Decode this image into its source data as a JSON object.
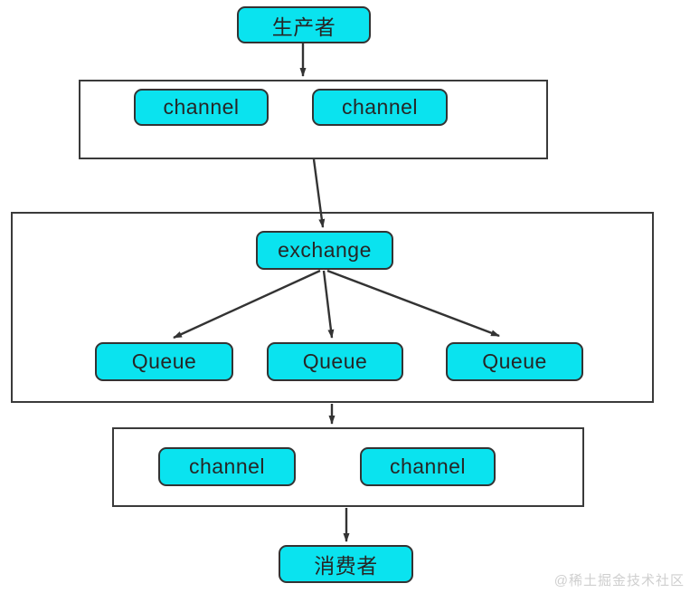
{
  "diagram": {
    "nodes": {
      "producer": "生产者",
      "top_channels": [
        "channel",
        "channel"
      ],
      "exchange": "exchange",
      "queues": [
        "Queue",
        "Queue",
        "Queue"
      ],
      "bottom_channels": [
        "channel",
        "channel"
      ],
      "consumer": "消费者"
    },
    "edges": [
      {
        "from": "producer",
        "to": "top-channels-container"
      },
      {
        "from": "top-channels-container",
        "to": "exchange"
      },
      {
        "from": "exchange",
        "to": "queue-1"
      },
      {
        "from": "exchange",
        "to": "queue-2"
      },
      {
        "from": "exchange",
        "to": "queue-3"
      },
      {
        "from": "exchange-container",
        "to": "bottom-channels-container"
      },
      {
        "from": "bottom-channels-container",
        "to": "consumer"
      }
    ],
    "watermark": "@稀土掘金技术社区",
    "colors": {
      "node_fill": "#0ae3ef",
      "node_border": "#333333",
      "container_border": "#3a3a3a",
      "arrow": "#333333",
      "text": "#262626",
      "watermark_text": "#cfcfcf",
      "background": "#ffffff"
    }
  }
}
